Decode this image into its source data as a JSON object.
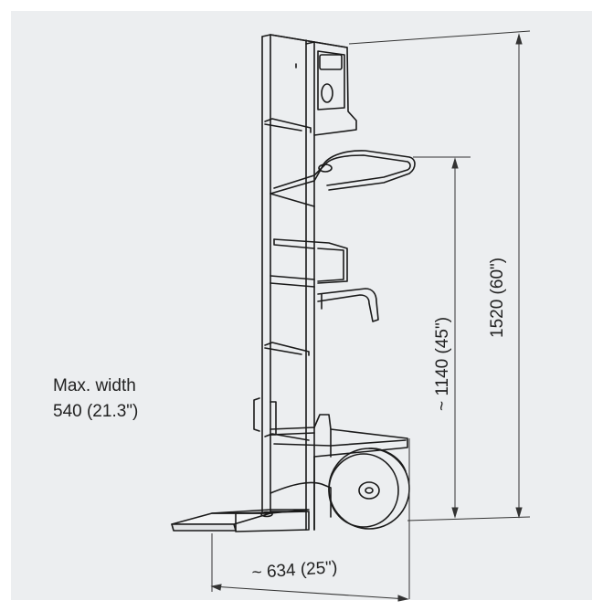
{
  "dimensions": {
    "max_width_line1": "Max. width",
    "max_width_line2": "540 (21.3\")",
    "depth": "~ 634 (25\")",
    "handle_height": "~ 1140 (45\")",
    "total_height": "1520 (60\")"
  },
  "colors": {
    "background": "#eceef0",
    "line": "#1a1a1a",
    "dim_line": "#333333"
  }
}
